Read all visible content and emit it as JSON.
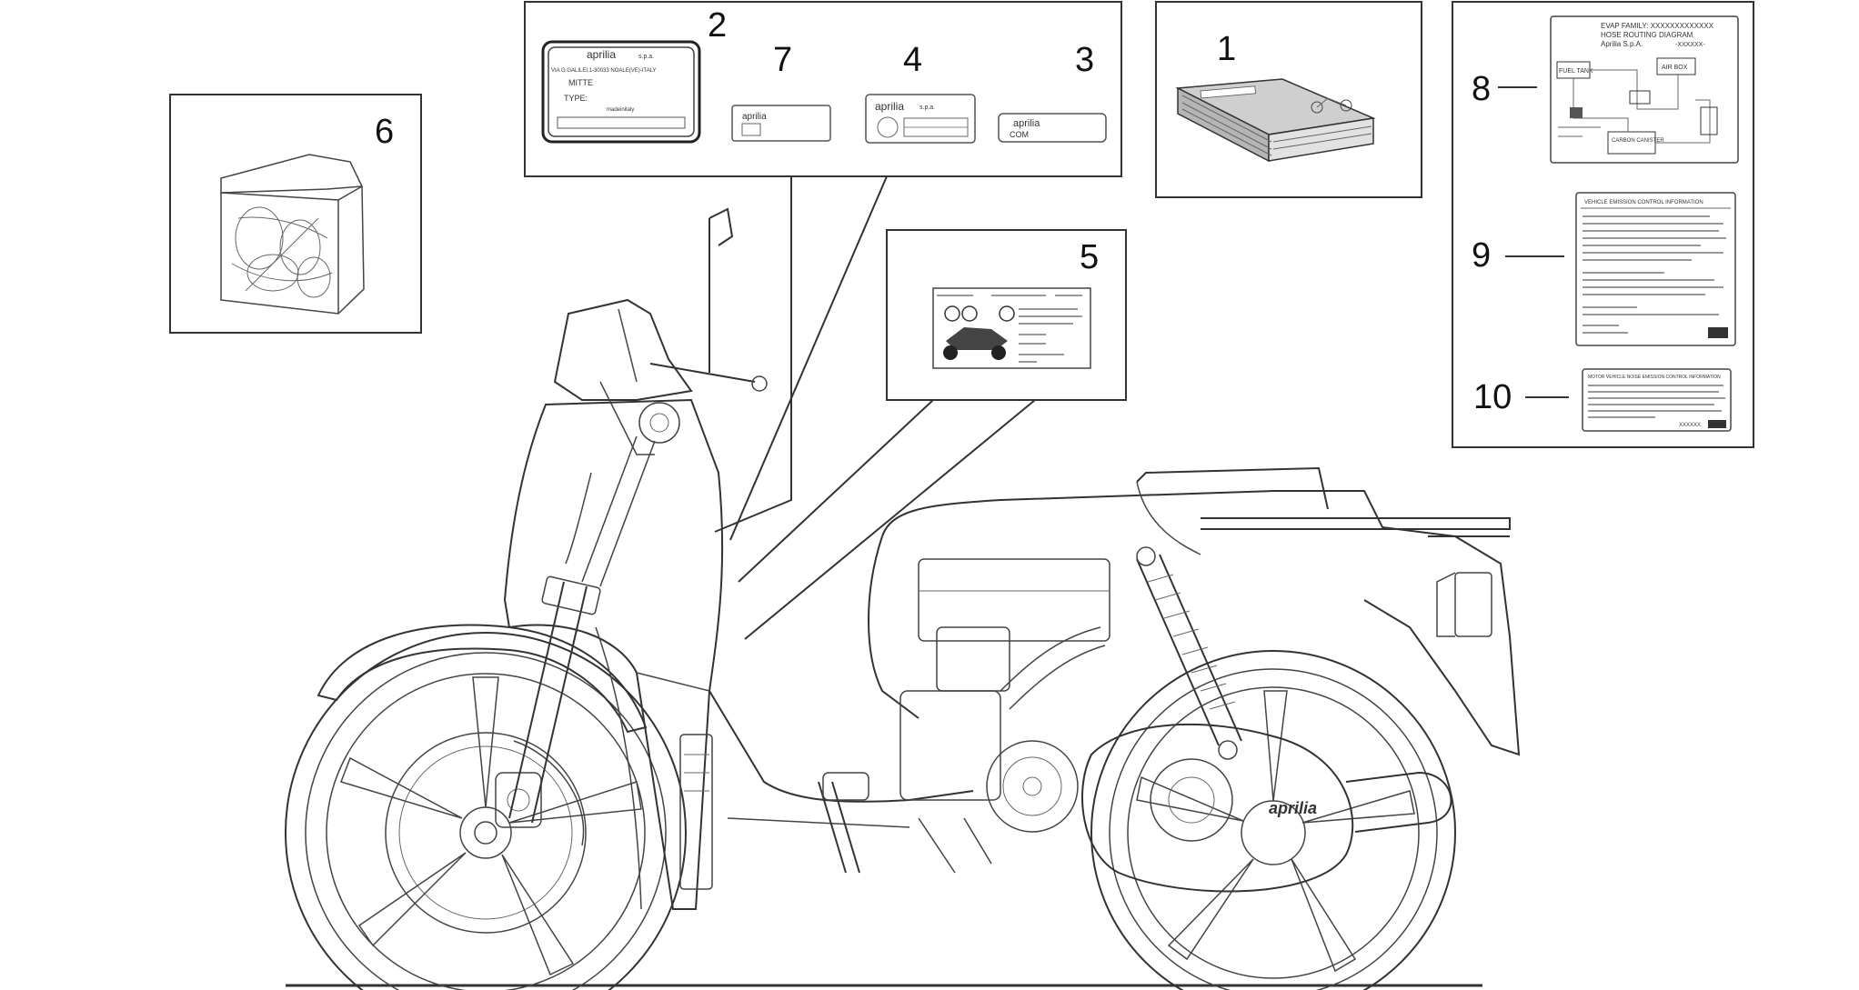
{
  "callouts": {
    "n1": "1",
    "n2": "2",
    "n3": "3",
    "n4": "4",
    "n5": "5",
    "n6": "6",
    "n7": "7",
    "n8": "8",
    "n9": "9",
    "n10": "10"
  },
  "labels": {
    "plate_brand": "aprilia",
    "plate_brand_suffix": "s.p.a.",
    "plate_address": "VIA G.GALILEI,1-30033 NOALE(VE)-ITALY",
    "plate_mitte": "MITTE",
    "plate_type": "TYPE:",
    "plate_footer": "madeinitaly",
    "decal7_brand": "aprilia",
    "decal4_brand": "aprilia",
    "decal4_suffix": "s.p.a.",
    "decal3_brand": "aprilia",
    "decal3_sub": "COM",
    "evap_line1": "EVAP FAMILY: XXXXXXXXXXXXX",
    "evap_line2": "HOSE ROUTING DIAGRAM",
    "evap_line3": "Aprilia S.p.A.",
    "evap_code": "-XXXXXX-",
    "evap_fuel_tank": "FUEL TANK",
    "evap_air_box": "AIR BOX",
    "evap_carbon": "CARBON CANISTER",
    "emission9_title": "VEHICLE EMISSION CONTROL INFORMATION",
    "emission10_title": "MOTOR VEHICLE NOISE EMISSION CONTROL INFORMATION",
    "emission10_code": "XXXXXX",
    "side_brand": "aprilia"
  },
  "colors": {
    "ink": "#333333",
    "paper": "#ffffff",
    "label_fill": "#f4f4f4"
  }
}
